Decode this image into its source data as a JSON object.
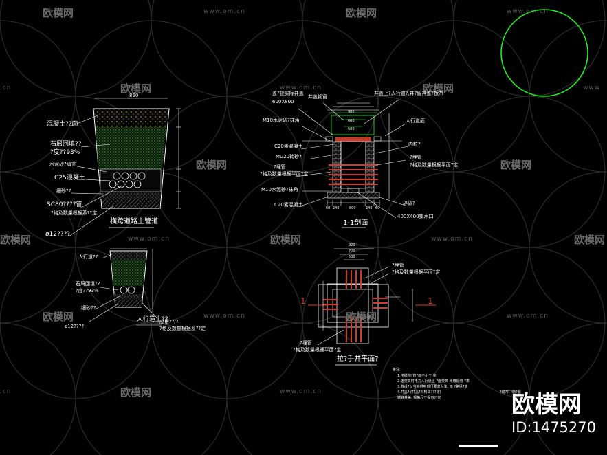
{
  "watermark": {
    "logo_text": "欧模网",
    "url_text": "www.om.cn",
    "fragment_cn": ".cn",
    "fragment_wm": "欧模网",
    "fragment_www": "www"
  },
  "brand": {
    "name": "欧模网",
    "id": "ID:1475270"
  },
  "section_main": {
    "title": "横跨道路主管道",
    "top_dim": "850",
    "labels": [
      "混凝土??面",
      "石屑回填??",
      "?度??93%",
      "水泥砂?填充",
      "C25混凝土",
      "细砂??",
      "SC80????管",
      "?格及数量根据系??定",
      "ø12????"
    ]
  },
  "section_small": {
    "labels": [
      "人行道??",
      "石屑回填??",
      "?度??93%",
      "细砂??",
      "ø12????",
      "人行道上??",
      "应根??/?",
      "?格及数量根据系??定"
    ]
  },
  "section_well": {
    "title": "1-1剖面",
    "left_labels": [
      "盖?视实际井盖",
      "600X800",
      "M10水泥砂?抹角",
      "C20素混凝土",
      "MU20砖砂?",
      "?埋管",
      "?格及数量根据平面?定",
      "M10水泥砂?抹角",
      "C20素混凝土"
    ],
    "right_labels": [
      "井盖上?人行道?,井?留井盖?板??",
      "井盖视窗",
      "人行道面",
      "内粒?",
      "?埋管",
      "?格及数量根据平面?定",
      "碎砂?",
      "400X400集水口"
    ],
    "dims": [
      "900",
      "600",
      "500",
      "60",
      "240",
      "800",
      "240",
      "60"
    ]
  },
  "section_plan": {
    "title": "拉?手井平面?",
    "section_mark": "1",
    "right_labels": [
      "?埋管",
      "?格及数量根据平面?定"
    ],
    "left_labels": [
      "?埋管",
      "?格及数量根据平面?定"
    ],
    "dims": [
      "920",
      "720",
      "500"
    ]
  },
  "notes": {
    "title": "备注:",
    "lines": [
      "1.电缆沟?管?面不小于      米",
      "2.遇交叉时电力人行道上 ?面交叉      米级铝管 ?求",
      "3.敷设?以当地供电部门要求为准, 无 ?路径?求",
      "4.井盖?  (井盖?材料由???定)",
      "  铸铁井盖, 规格尺寸视?实?定"
    ],
    "stamp": "?缆?井?施?图"
  }
}
